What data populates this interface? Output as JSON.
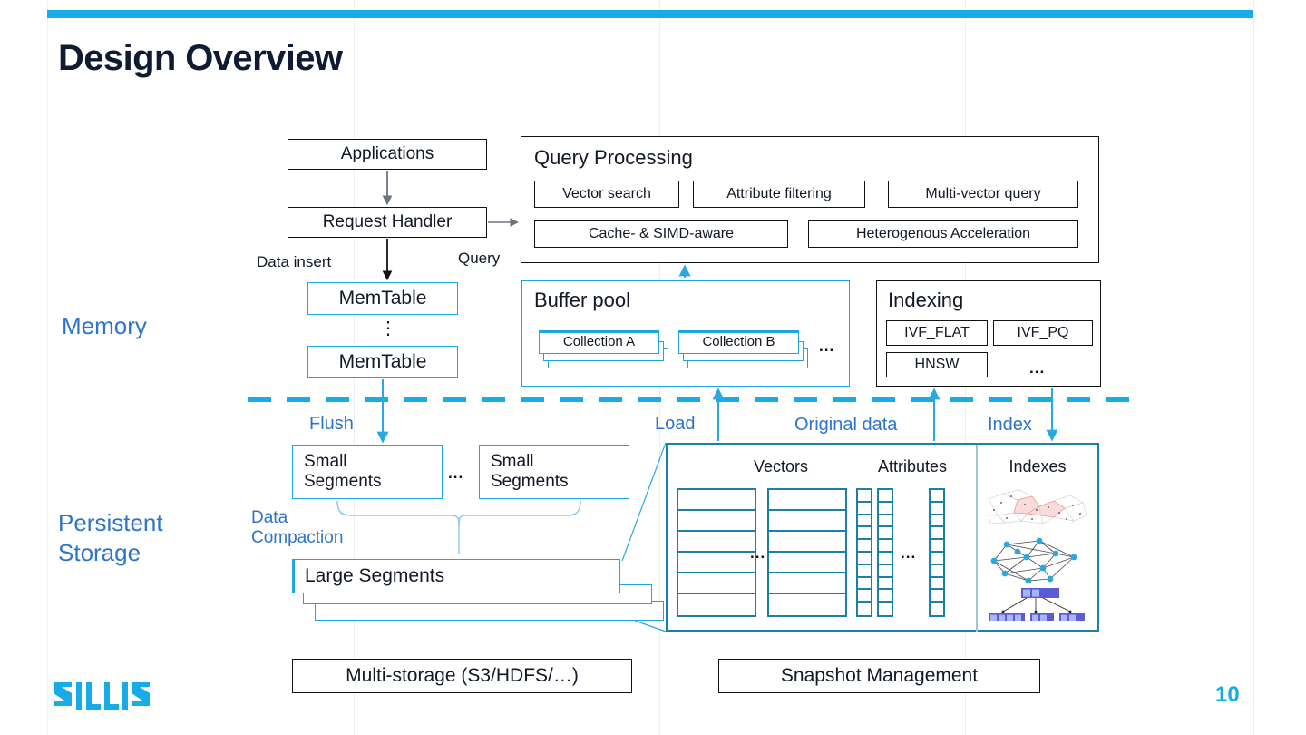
{
  "slide": {
    "title": "Design Overview",
    "page_number": "10",
    "logo_text": "ZILLIZ",
    "accent_color": "#17ACE8",
    "label_blue": "#2E74C9",
    "outline_blue": "#1CA5DE",
    "outline_teal": "#1B7FA8"
  },
  "sections": {
    "memory": "Memory",
    "persistent_storage": "Persistent\nStorage"
  },
  "nodes": {
    "applications": "Applications",
    "request_handler": "Request Handler",
    "memtable_top": "MemTable",
    "memtable_bottom": "MemTable",
    "memtable_ellipsis": "⋮",
    "query_processing": {
      "title": "Query Processing",
      "items": [
        "Vector search",
        "Attribute filtering",
        "Multi-vector query",
        "Cache- & SIMD-aware",
        "Heterogenous Acceleration"
      ]
    },
    "buffer_pool": {
      "title": "Buffer pool",
      "collections": [
        "Collection A",
        "Collection B"
      ],
      "more": "..."
    },
    "indexing": {
      "title": "Indexing",
      "items": [
        "IVF_FLAT",
        "IVF_PQ",
        "HNSW",
        "..."
      ]
    },
    "small_segments_left": "Small\nSegments",
    "small_segments_right": "Small\nSegments",
    "small_segments_more": "...",
    "large_segments": "Large Segments",
    "multi_storage": "Multi-storage (S3/HDFS/…)",
    "snapshot_management": "Snapshot Management",
    "segment_detail": {
      "vectors": "Vectors",
      "attributes": "Attributes",
      "indexes": "Indexes",
      "vectors_more": "...",
      "attributes_more": "..."
    }
  },
  "flow_labels": {
    "data_insert": "Data insert",
    "query": "Query",
    "flush": "Flush",
    "load": "Load",
    "original_data": "Original data",
    "index": "Index",
    "data_compaction": "Data\nCompaction"
  }
}
